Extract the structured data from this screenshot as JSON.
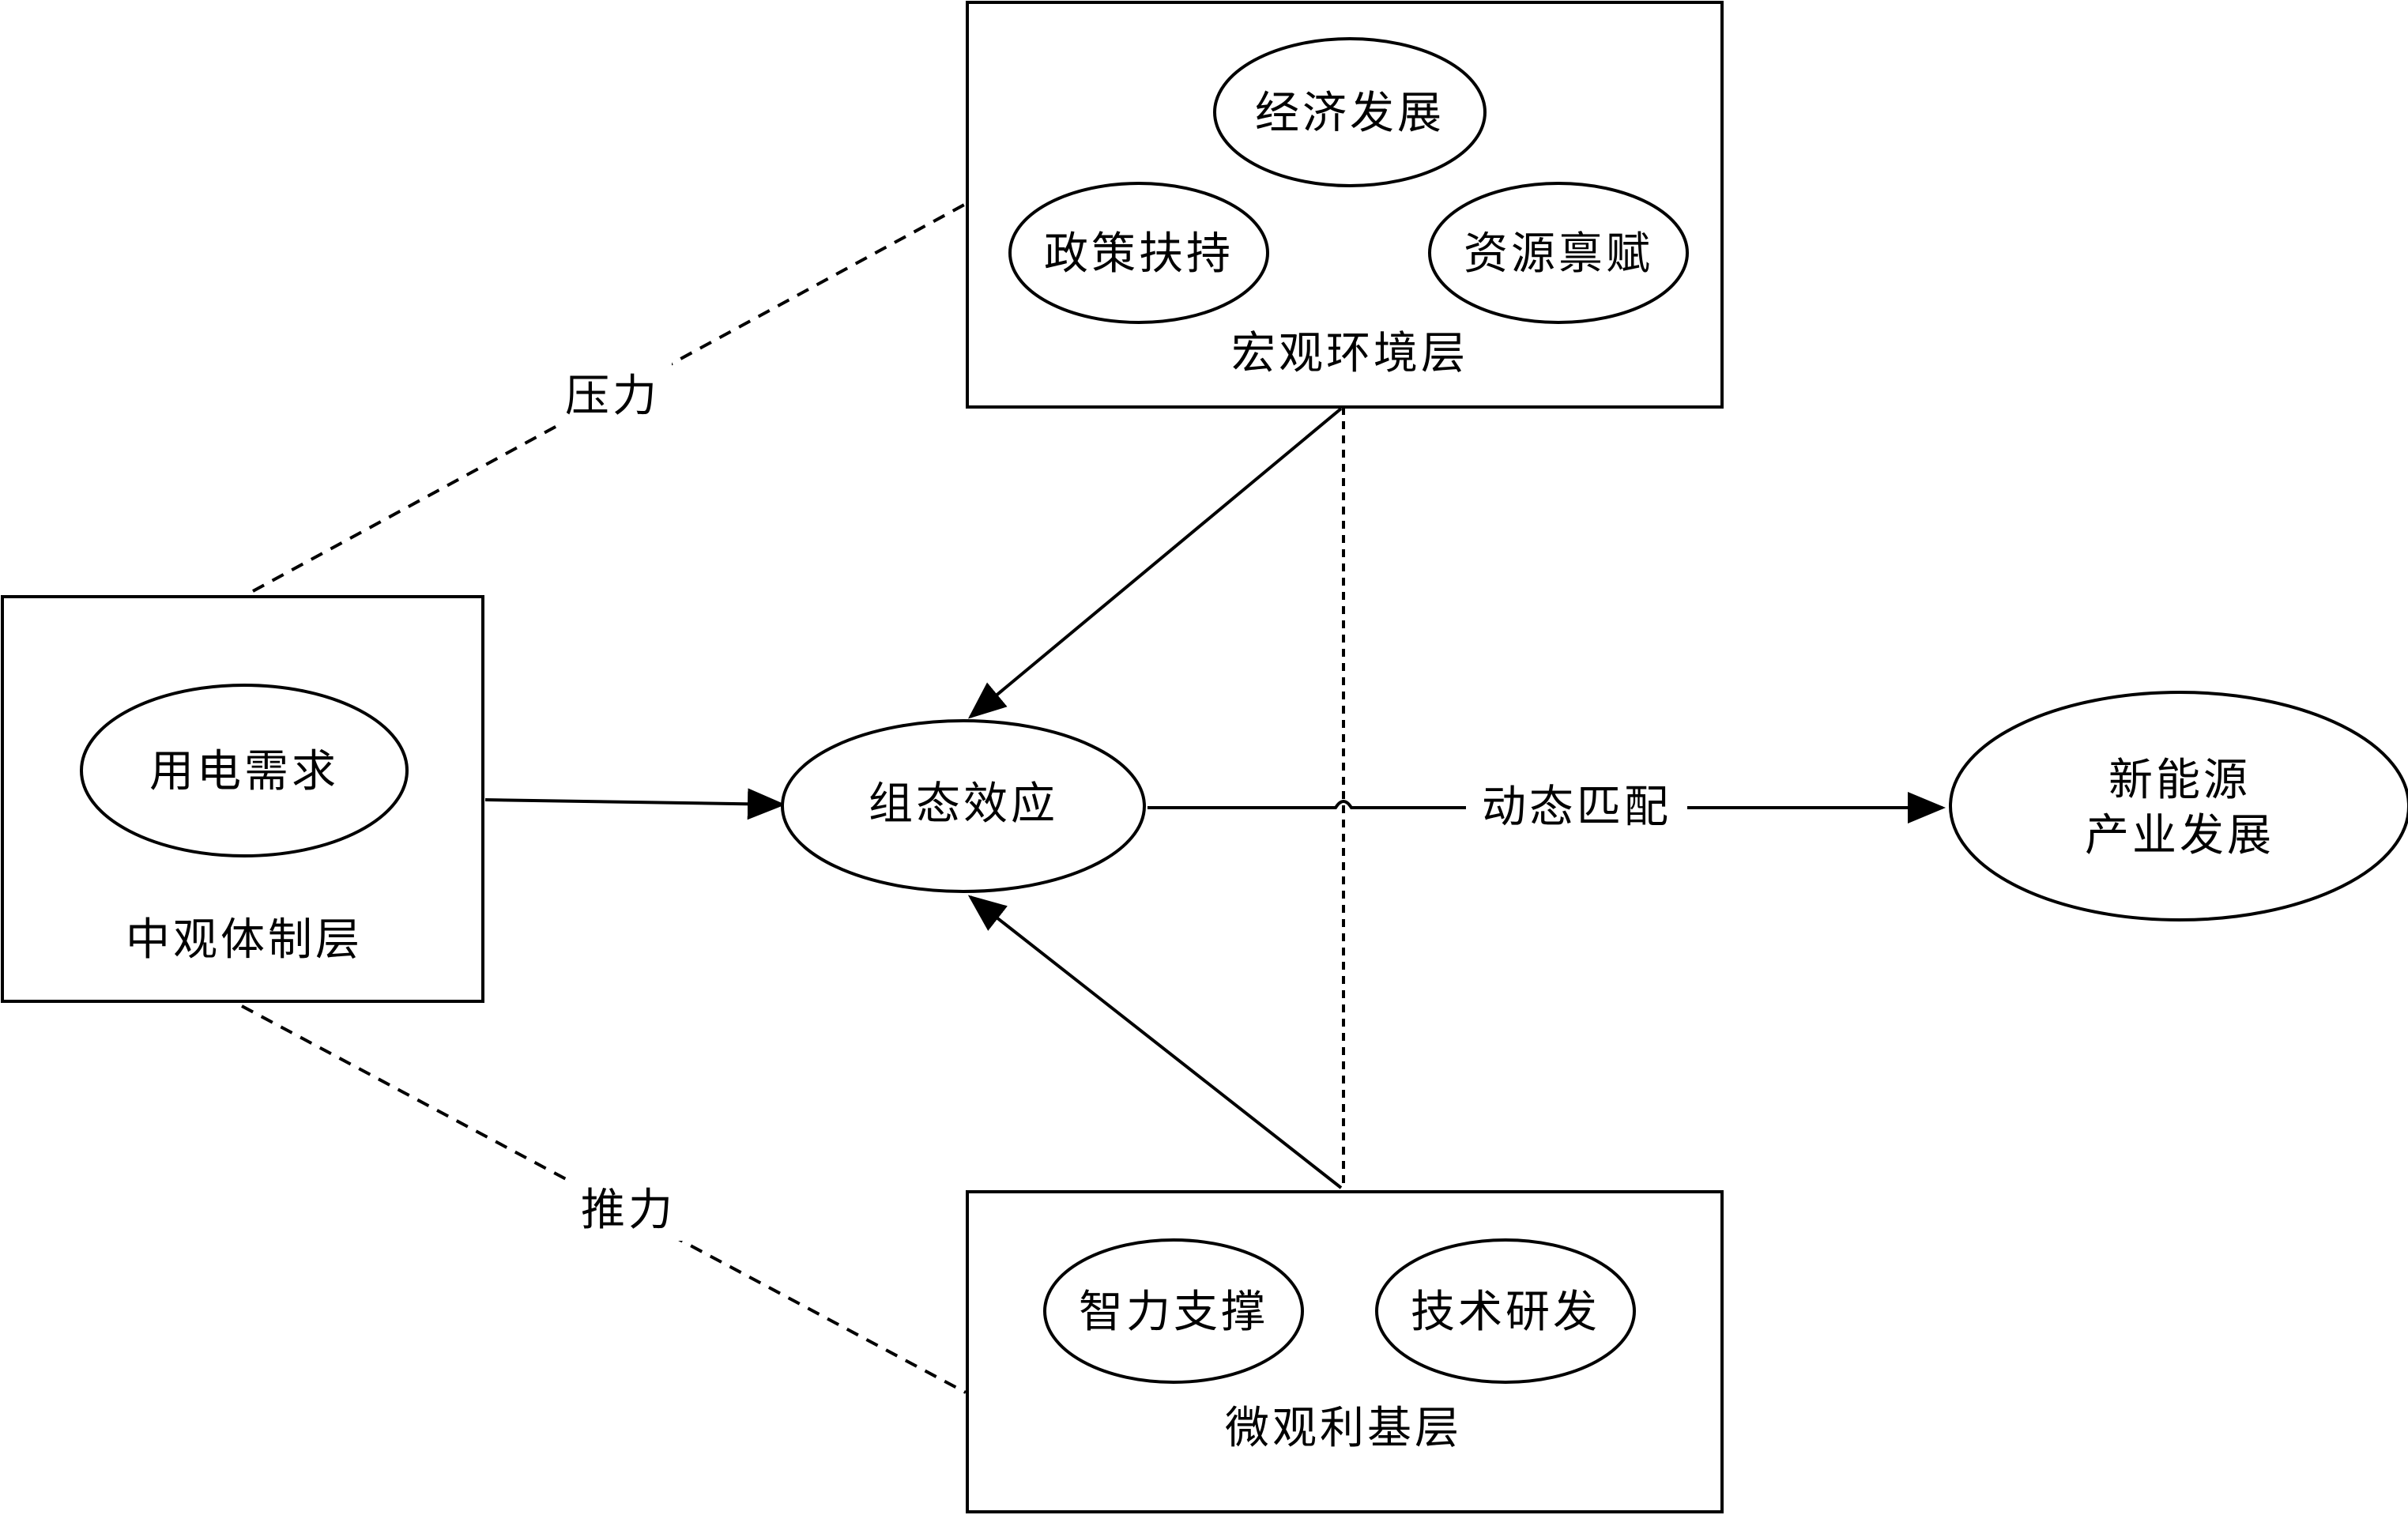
{
  "layers": {
    "macro": {
      "title": "宏观环境层",
      "factors": [
        "经济发展",
        "政策扶持",
        "资源禀赋"
      ]
    },
    "meso": {
      "title": "中观体制层",
      "factors": [
        "用电需求"
      ]
    },
    "micro": {
      "title": "微观利基层",
      "factors": [
        "智力支撑",
        "技术研发"
      ]
    }
  },
  "center": {
    "label": "组态效应"
  },
  "outcome": {
    "line1": "新能源",
    "line2": "产业发展"
  },
  "links": {
    "pressure": "压力",
    "push": "推力",
    "dynamic_match": "动态匹配"
  }
}
